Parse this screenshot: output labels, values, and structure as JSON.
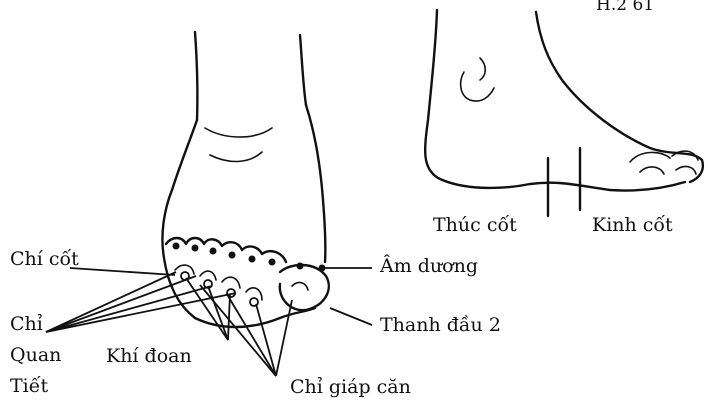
{
  "figure_number": "H.2 61",
  "labels": {
    "chi_cot": "Chí cốt",
    "am_duong": "Âm dương",
    "chi_1": "Chỉ",
    "quan": "Quan",
    "tiet": "Tiết",
    "khi_doan": "Khí đoan",
    "thanh_dau_2": "Thanh đầu 2",
    "chi_giap_can": "Chỉ giáp căn",
    "thuc_cot": "Thúc cốt",
    "kinh_cot": "Kinh cốt"
  }
}
